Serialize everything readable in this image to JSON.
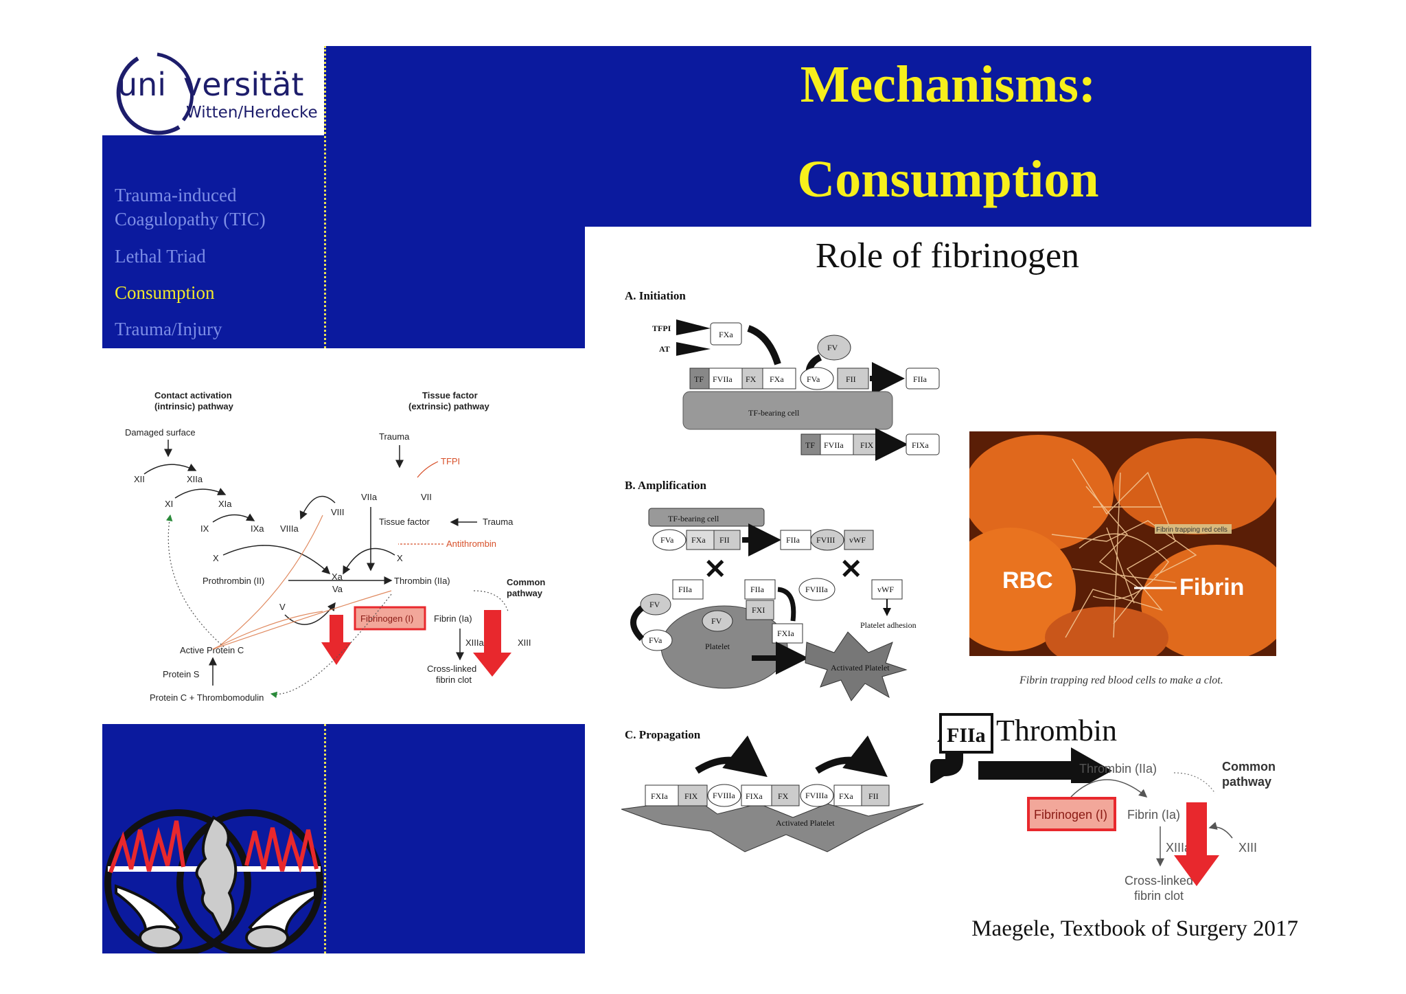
{
  "logo": {
    "uni": "uni",
    "versitat": "versität",
    "city": "Witten/Herdecke"
  },
  "title": {
    "line1": "Mechanisms:",
    "line2": "Consumption"
  },
  "nav": {
    "items": [
      {
        "label_1": "Trauma-induced",
        "label_2": "Coagulopathy (TIC)"
      },
      {
        "label": "Lethal Triad"
      },
      {
        "label": "Consumption"
      },
      {
        "label": "Trauma/Injury"
      }
    ]
  },
  "subtitle": "Role of fibrinogen",
  "citation": "Maegele, Textbook of Surgery 2017",
  "colors": {
    "panel_blue": "#0b1a9e",
    "title_yellow": "#f7ef1c",
    "nav_inactive": "#7d8ee6",
    "nav_active": "#f2ea2a",
    "arrow_red": "#e8282d"
  },
  "cascade": {
    "intrinsic_1": "Contact activation",
    "intrinsic_2": "(intrinsic) pathway",
    "extrinsic_1": "Tissue factor",
    "extrinsic_2": "(extrinsic) pathway",
    "damaged_surface": "Damaged surface",
    "xii": "XII",
    "xiia": "XIIa",
    "xi": "XI",
    "xia": "XIa",
    "ix": "IX",
    "ixa": "IXa",
    "viiia": "VIIIa",
    "viii": "VIII",
    "x_left": "X",
    "x_right": "X",
    "xa": "Xa",
    "va": "Va",
    "v": "V",
    "trauma_top": "Trauma",
    "tfpi": "TFPI",
    "viia": "VIIa",
    "vii": "VII",
    "tissue_factor": "Tissue factor",
    "trauma_right": "Trauma",
    "antithrombin": "Antithrombin",
    "prothrombin": "Prothrombin (II)",
    "thrombin": "Thrombin (IIa)",
    "common_1": "Common",
    "common_2": "pathway",
    "fibrinogen": "Fibrinogen (I)",
    "fibrin": "Fibrin (Ia)",
    "xiiia": "XIIIa",
    "xiii": "XIII",
    "crosslinked_1": "Cross-linked",
    "crosslinked_2": "fibrin clot",
    "active_protein_c": "Active Protein C",
    "protein_s": "Protein S",
    "protein_c_tm": "Protein C + Thrombomodulin"
  },
  "cell_model": {
    "a_label": "A. Initiation",
    "tfpi": "TFPI",
    "at": "AT",
    "fxa": "FXa",
    "fv": "FV",
    "tf": "TF",
    "fviia": "FVIIa",
    "fx": "FX",
    "fva": "FVa",
    "fii": "FII",
    "fiia": "FIIa",
    "tf_cell": "TF-bearing cell",
    "fix": "FIX",
    "fixa": "FIXa",
    "b_label": "B. Amplification",
    "fviii": "FVIII",
    "vwf": "vWF",
    "fviiia": "FVIIIa",
    "fxi": "FXI",
    "fxia": "FXIa",
    "platelet": "Platelet",
    "platelet_adhesion": "Platelet adhesion",
    "activated_platelet": "Activated Platelet",
    "c_label": "C. Propagation",
    "fxa_c": "FXa",
    "fviiia_c": "FVIIIa"
  },
  "micrograph": {
    "rbc": "RBC",
    "fibrin": "Fibrin",
    "tag": "Fibrin trapping red cells",
    "caption": "Fibrin trapping red blood cells to make a clot."
  },
  "thrombin_callout": {
    "badge": "FIIa",
    "label": "Thrombin",
    "thrombin": "Thrombin (IIa)",
    "common_1": "Common",
    "common_2": "pathway",
    "fibrinogen": "Fibrinogen (I)",
    "fibrin": "Fibrin (Ia)",
    "xiiia": "XIIIa",
    "xiii": "XIII",
    "crosslinked_1": "Cross-linked",
    "crosslinked_2": "fibrin clot"
  }
}
